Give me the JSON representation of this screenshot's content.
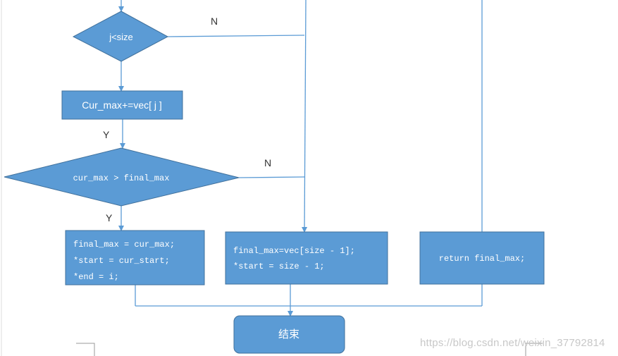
{
  "colors": {
    "fill": "#5b9bd5",
    "stroke": "#41719c",
    "line": "#5b9bd5",
    "text": "#ffffff"
  },
  "nodes": {
    "cond_j_size": "j<size",
    "cur_max_update": "Cur_max+=vec[ j ]",
    "cond_cur_final": "cur_max > final_max",
    "box_final_update": [
      "final_max = cur_max;",
      "*start = cur_start;",
      "*end = i;"
    ],
    "box_final_vec": [
      "final_max=vec[size - 1];",
      "*start = size - 1;"
    ],
    "box_return": "return final_max;",
    "end": "结束"
  },
  "edge_labels": {
    "n1": "N",
    "y1": "Y",
    "n2": "N",
    "y2": "Y"
  },
  "watermark": "https://blog.csdn.net/weixin_37792814"
}
